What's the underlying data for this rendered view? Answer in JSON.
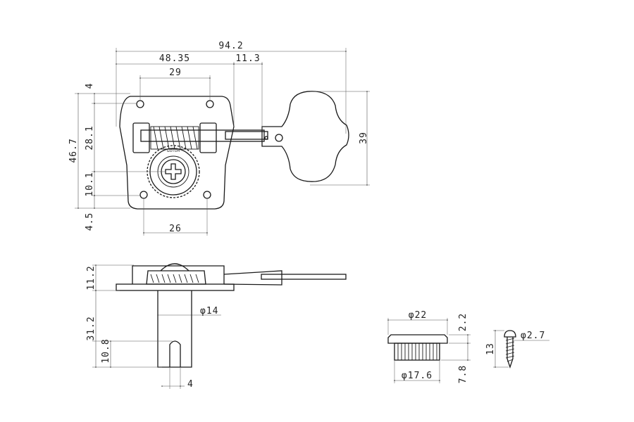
{
  "front_view": {
    "dims": {
      "overall_width": "94.2",
      "post_offset": "48.35",
      "shaft_offset": "11.3",
      "hole_spacing_top": "29",
      "hole_spacing_bottom": "26",
      "key_height": "39",
      "plate_height": "46.7",
      "top_margin": "4",
      "gear_offset": "28.1",
      "lower_offset": "10.1",
      "bottom_margin": "4.5"
    },
    "gear_lettering": "GOTOH"
  },
  "side_view": {
    "dims": {
      "housing_height": "11.2",
      "post_height": "31.2",
      "slot_depth": "10.8",
      "post_diameter": "φ14",
      "slot_width": "4"
    }
  },
  "bushing_view": {
    "dims": {
      "flange_diameter": "φ22",
      "body_diameter": "φ17.6",
      "flange_height": "2.2",
      "body_height": "7.8"
    }
  },
  "screw_view": {
    "dims": {
      "length": "13",
      "diameter": "φ2.7"
    }
  }
}
